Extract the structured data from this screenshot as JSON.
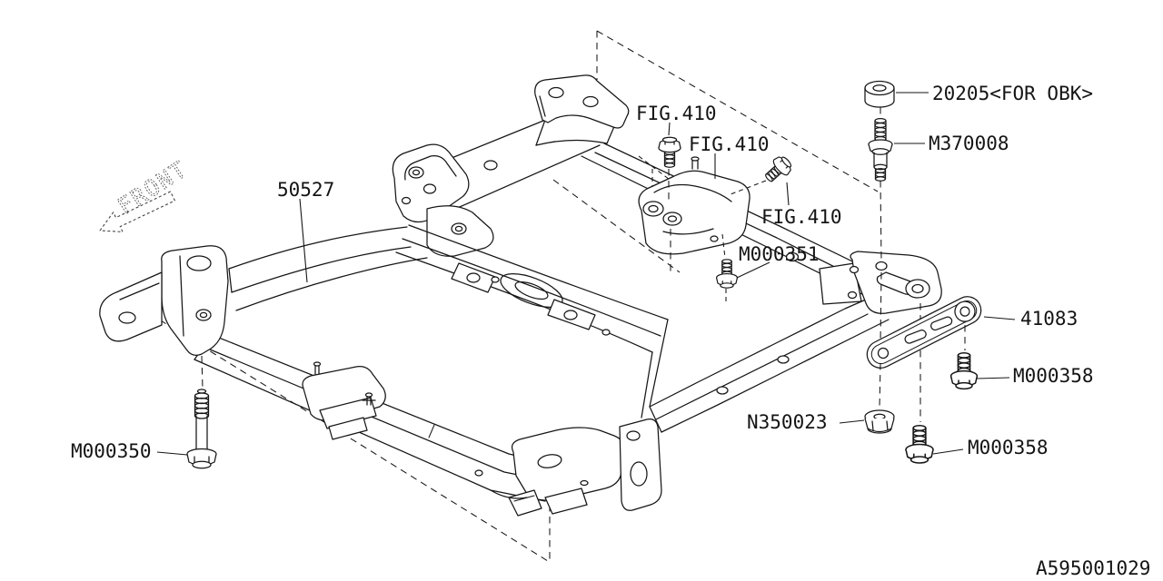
{
  "page": {
    "background": "#ffffff",
    "line_color": "#161616"
  },
  "diagram": {
    "doc_code": "A595001029",
    "front_indicator": "FRONT",
    "callouts": {
      "fig410_top": "FIG.410",
      "fig410_center": "FIG.410",
      "fig410_right": "FIG.410",
      "p50527": "50527",
      "p20205": "20205<FOR OBK>",
      "m370008": "M370008",
      "m000351": "M000351",
      "p41083": "41083",
      "m000358_upper": "M000358",
      "m000358_lower": "M000358",
      "n350023": "N350023",
      "m000350": "M000350"
    }
  }
}
